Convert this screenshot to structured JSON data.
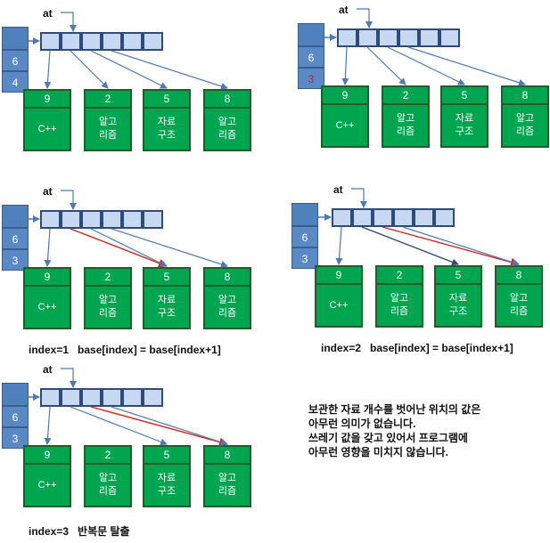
{
  "pointer_label": "at",
  "panels": [
    {
      "id": "p1",
      "counts": [
        "6",
        "4"
      ],
      "count_red": false,
      "nodes": [
        {
          "index": "9",
          "name": "C++"
        },
        {
          "index": "2",
          "name": "알고\n리즘"
        },
        {
          "index": "5",
          "name": "자료\n구조"
        },
        {
          "index": "8",
          "name": "알고\n리즘"
        }
      ],
      "caption": ""
    },
    {
      "id": "p2",
      "counts": [
        "6",
        "3"
      ],
      "count_red": true,
      "nodes": [
        {
          "index": "9",
          "name": "C++"
        },
        {
          "index": "2",
          "name": "알고\n리즘"
        },
        {
          "index": "5",
          "name": "자료\n구조"
        },
        {
          "index": "8",
          "name": "알고\n리즘"
        }
      ],
      "caption": ""
    },
    {
      "id": "p3",
      "counts": [
        "6",
        "3"
      ],
      "count_red": false,
      "nodes": [
        {
          "index": "9",
          "name": "C++"
        },
        {
          "index": "2",
          "name": "알고\n리즘"
        },
        {
          "index": "5",
          "name": "자료\n구조"
        },
        {
          "index": "8",
          "name": "알고\n리즘"
        }
      ],
      "caption": "index=1   base[index] = base[index+1]"
    },
    {
      "id": "p4",
      "counts": [
        "6",
        "3"
      ],
      "count_red": false,
      "nodes": [
        {
          "index": "9",
          "name": "C++"
        },
        {
          "index": "2",
          "name": "알고\n리즘"
        },
        {
          "index": "5",
          "name": "자료\n구조"
        },
        {
          "index": "8",
          "name": "알고\n리즘"
        }
      ],
      "caption": "index=2   base[index] = base[index+1]"
    },
    {
      "id": "p5",
      "counts": [
        "6",
        "3"
      ],
      "count_red": false,
      "nodes": [
        {
          "index": "9",
          "name": "C++"
        },
        {
          "index": "2",
          "name": "알고\n리즘"
        },
        {
          "index": "5",
          "name": "자료\n구조"
        },
        {
          "index": "8",
          "name": "알고\n리즘"
        }
      ],
      "caption": "index=3   반복문 탈출"
    }
  ],
  "note": [
    "보관한 자료 개수를 벗어난 위치의 값은",
    "아무런 의미가 없습니다.",
    "쓰레기 값을 갖고 있어서 프로그램에",
    "아무런 영향을 미치지 않습니다."
  ],
  "colors": {
    "node": "#00a550",
    "node_border": "#1f5e2a",
    "array_cell": "#c6d9f1",
    "header": "#4f81bd",
    "arrow": "#4a7ab8",
    "highlight": "#e0201a"
  }
}
